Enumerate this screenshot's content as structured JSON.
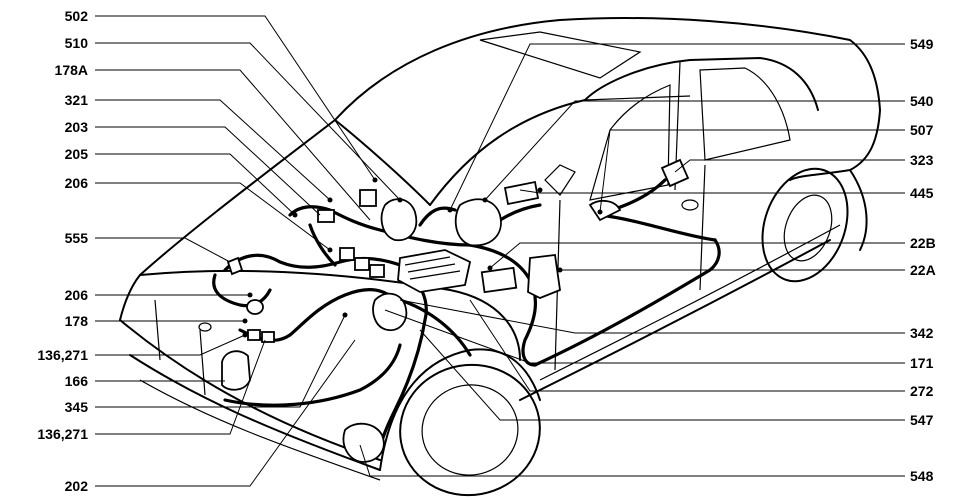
{
  "callouts_left": [
    {
      "label": "502"
    },
    {
      "label": "510"
    },
    {
      "label": "178A"
    },
    {
      "label": "321"
    },
    {
      "label": "203"
    },
    {
      "label": "205"
    },
    {
      "label": "206"
    },
    {
      "label": "555"
    },
    {
      "label": "206"
    },
    {
      "label": "178"
    },
    {
      "label": "136,271"
    },
    {
      "label": "166"
    },
    {
      "label": "345"
    },
    {
      "label": "136,271"
    },
    {
      "label": "202"
    }
  ],
  "callouts_right": [
    {
      "label": "549"
    },
    {
      "label": "540"
    },
    {
      "label": "507"
    },
    {
      "label": "323"
    },
    {
      "label": "445"
    },
    {
      "label": "22B"
    },
    {
      "label": "22A"
    },
    {
      "label": "342"
    },
    {
      "label": "171"
    },
    {
      "label": "272"
    },
    {
      "label": "547"
    },
    {
      "label": "548"
    }
  ]
}
